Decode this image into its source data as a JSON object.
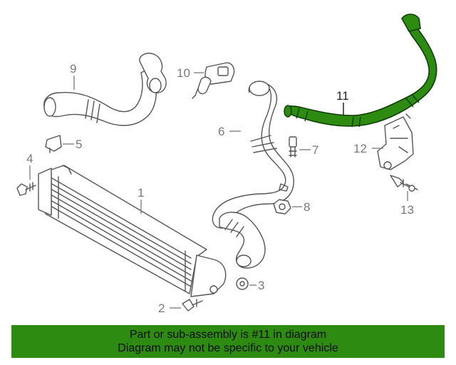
{
  "diagram": {
    "callouts": [
      {
        "id": "1",
        "label": "1"
      },
      {
        "id": "2",
        "label": "2"
      },
      {
        "id": "3",
        "label": "3"
      },
      {
        "id": "4",
        "label": "4"
      },
      {
        "id": "5",
        "label": "5"
      },
      {
        "id": "6",
        "label": "6"
      },
      {
        "id": "7",
        "label": "7"
      },
      {
        "id": "8",
        "label": "8"
      },
      {
        "id": "9",
        "label": "9"
      },
      {
        "id": "10",
        "label": "10"
      },
      {
        "id": "11",
        "label": "11"
      },
      {
        "id": "12",
        "label": "12"
      },
      {
        "id": "13",
        "label": "13"
      }
    ],
    "highlighted_part": "11",
    "highlight_color": "#2e8b12",
    "line_color": "#555555"
  },
  "banner": {
    "line1": "Part or sub-assembly is #11 in diagram",
    "line2": "Diagram may not be specific to your vehicle",
    "background": "#2e8b12"
  }
}
